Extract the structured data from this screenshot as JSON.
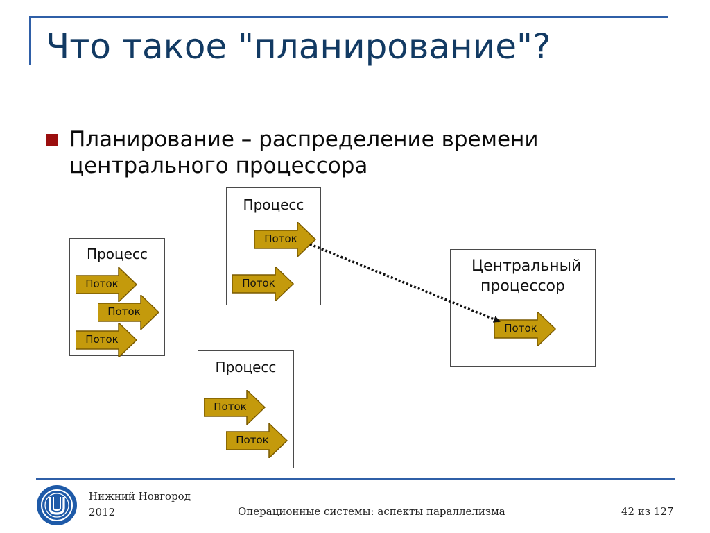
{
  "slide": {
    "title": "Что такое \"планирование\"?",
    "bullet": "Планирование – распределение времени центрального процессора"
  },
  "diagram": {
    "process_label": "Процесс",
    "thread_label": "Поток",
    "cpu_label": "Центральный процессор",
    "arrow_style": "dotted",
    "thread_color": "#c49a0c",
    "thread_border": "#7a5a00"
  },
  "footer": {
    "city": "Нижний Новгород",
    "year": "2012",
    "course": "Операционные системы: аспекты параллелизма",
    "page": "42 из 127"
  },
  "colors": {
    "accent": "#2f5fa7",
    "title": "#123a63",
    "bullet": "#9b0e0e"
  }
}
